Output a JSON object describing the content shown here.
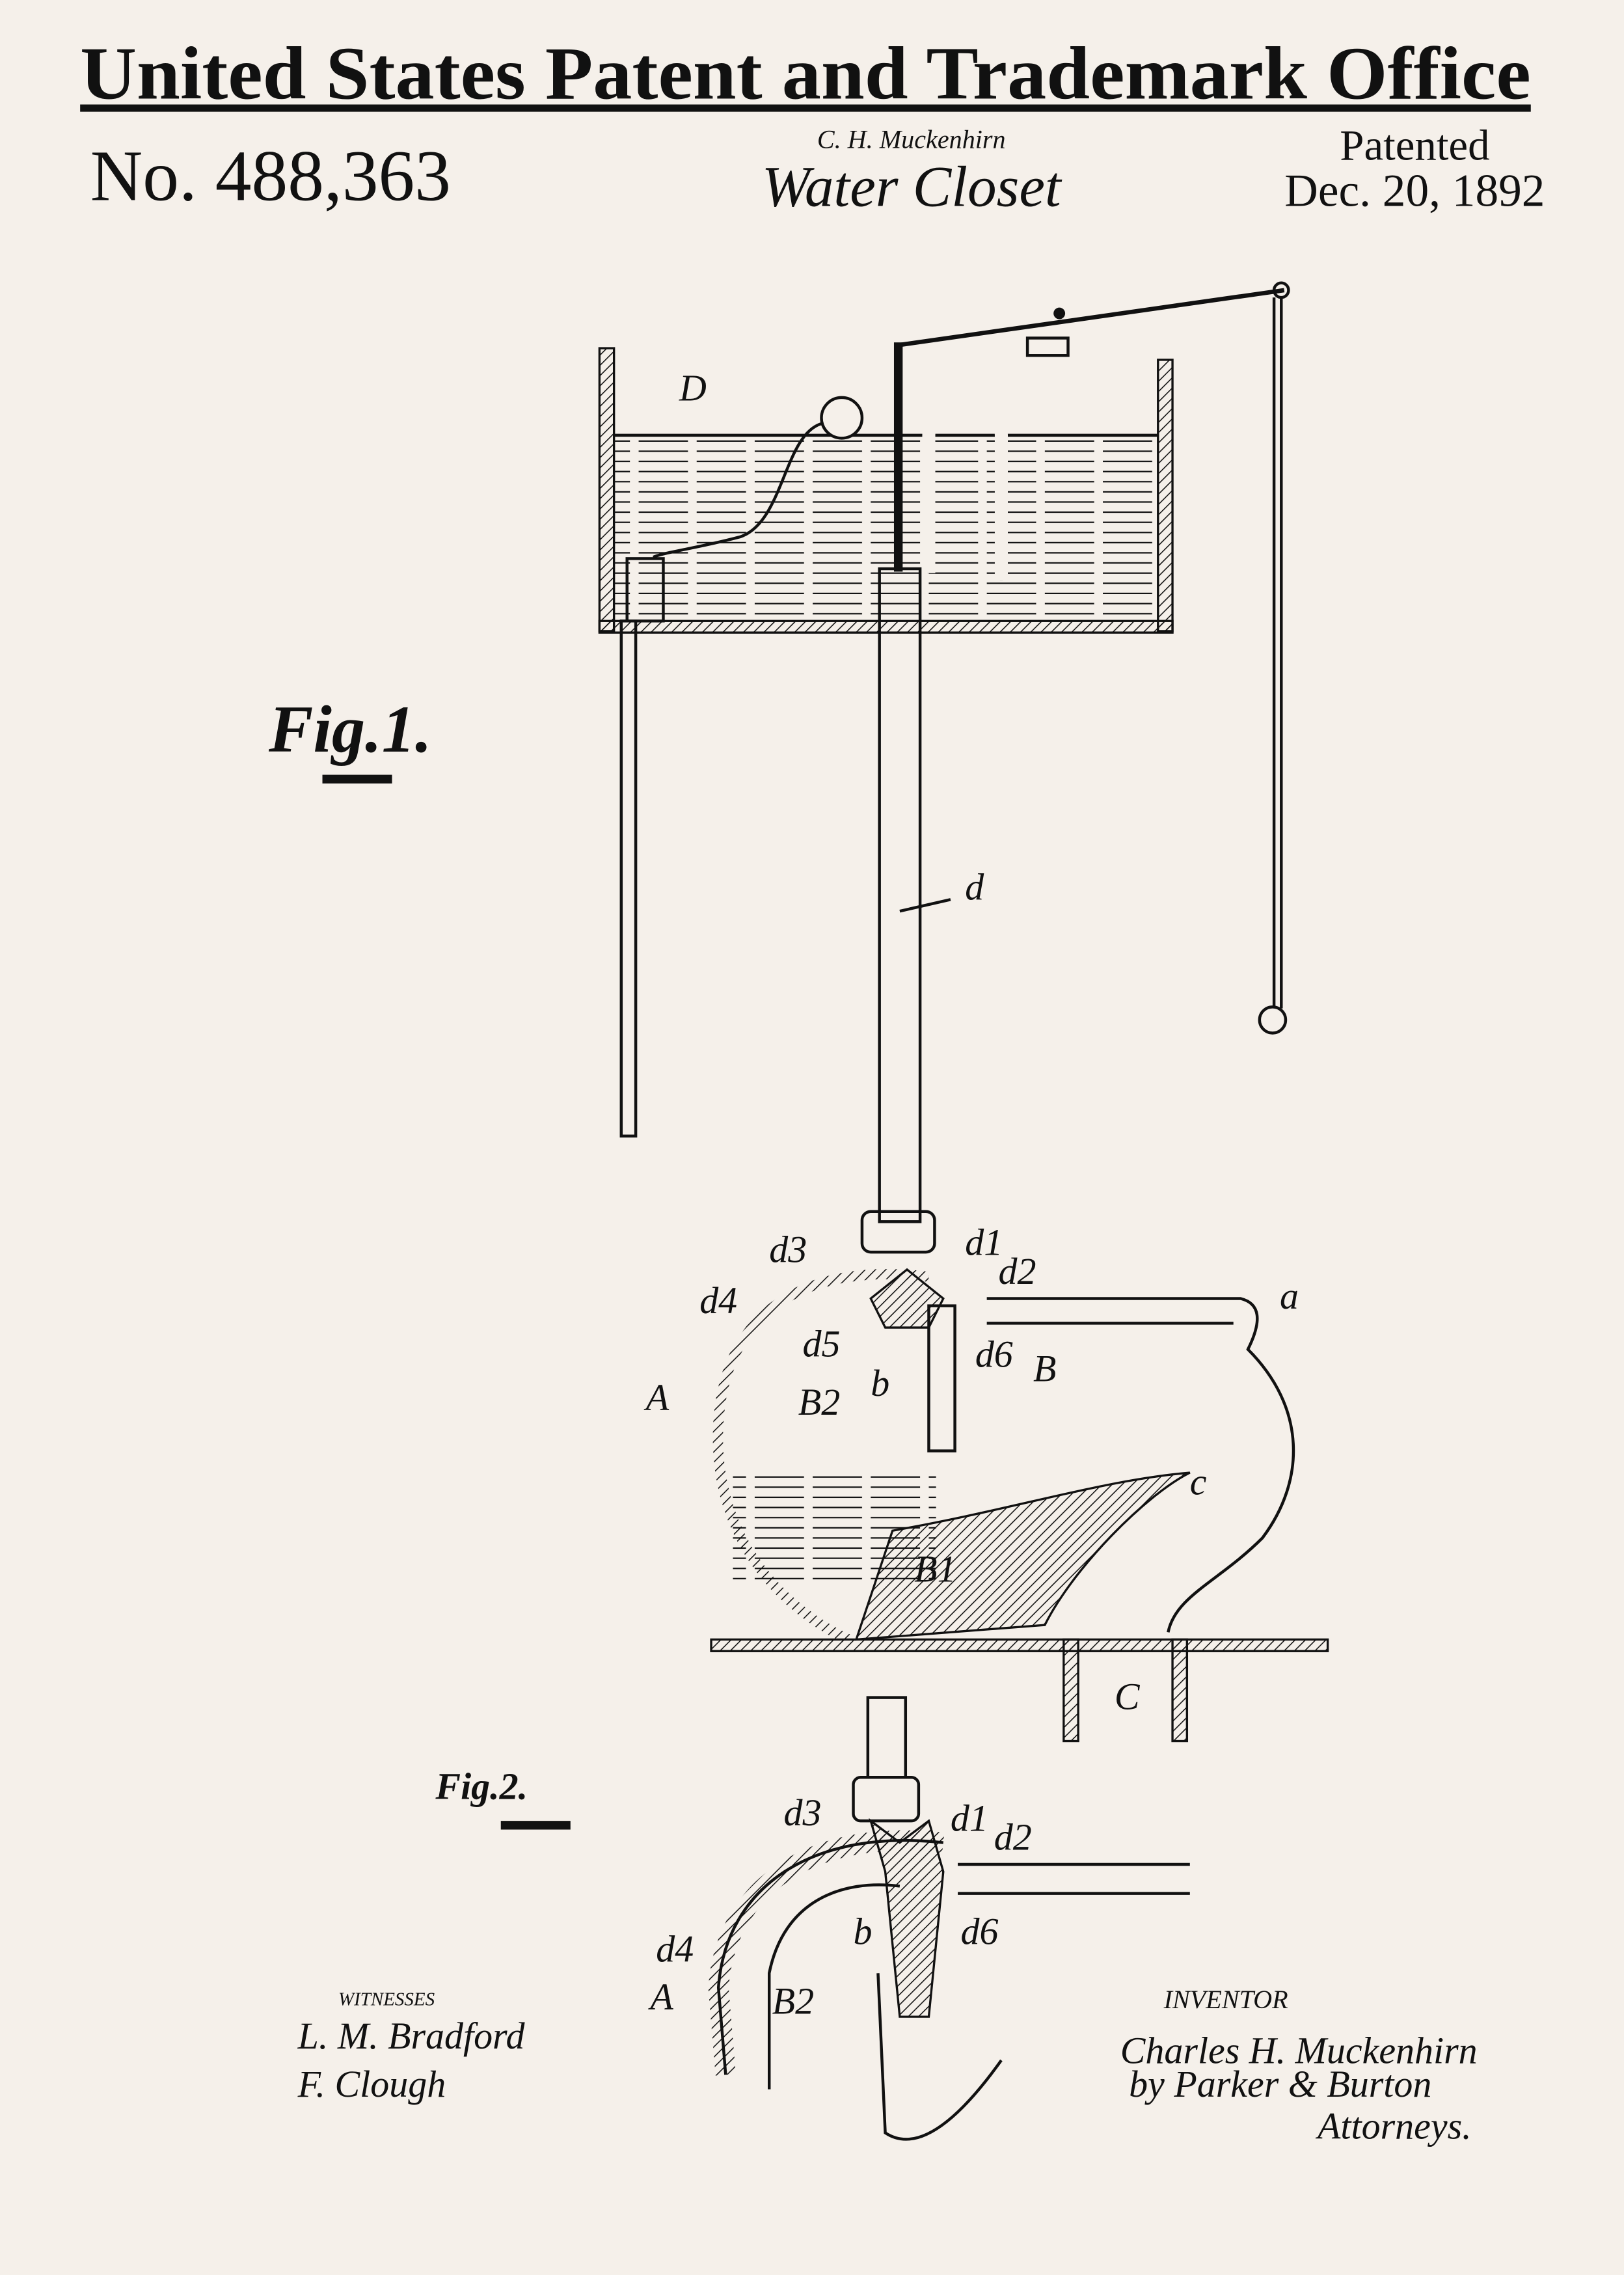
{
  "header": {
    "office_title": "United States Patent and Trademark Office",
    "patent_number": "No. 488,363",
    "inventor_name": "C. H. Muckenhirn",
    "invention_title": "Water Closet",
    "patented_label": "Patented",
    "patent_date": "Dec. 20, 1892"
  },
  "figures": {
    "fig1_label": "Fig.1.",
    "fig2_label": "Fig.2.",
    "fig1_labels": [
      "D",
      "d",
      "d3",
      "d1",
      "d2",
      "d4",
      "a",
      "d5",
      "d6",
      "B",
      "A",
      "B2",
      "b",
      "c",
      "B1",
      "C"
    ],
    "fig2_labels": [
      "d3",
      "d1",
      "d2",
      "d6",
      "b",
      "d4",
      "A",
      "B2"
    ]
  },
  "footer": {
    "witnesses_label": "WITNESSES",
    "witness_signatures": [
      "L. M. Bradford",
      "F. Clough"
    ],
    "inventor_label": "INVENTOR",
    "inventor_signature": "Charles H. Muckenhirn",
    "attorney_signature": "by Parker & Burton",
    "attorneys_label": "Attorneys."
  },
  "colors": {
    "background": "#f5f0ea",
    "ink": "#111111"
  }
}
